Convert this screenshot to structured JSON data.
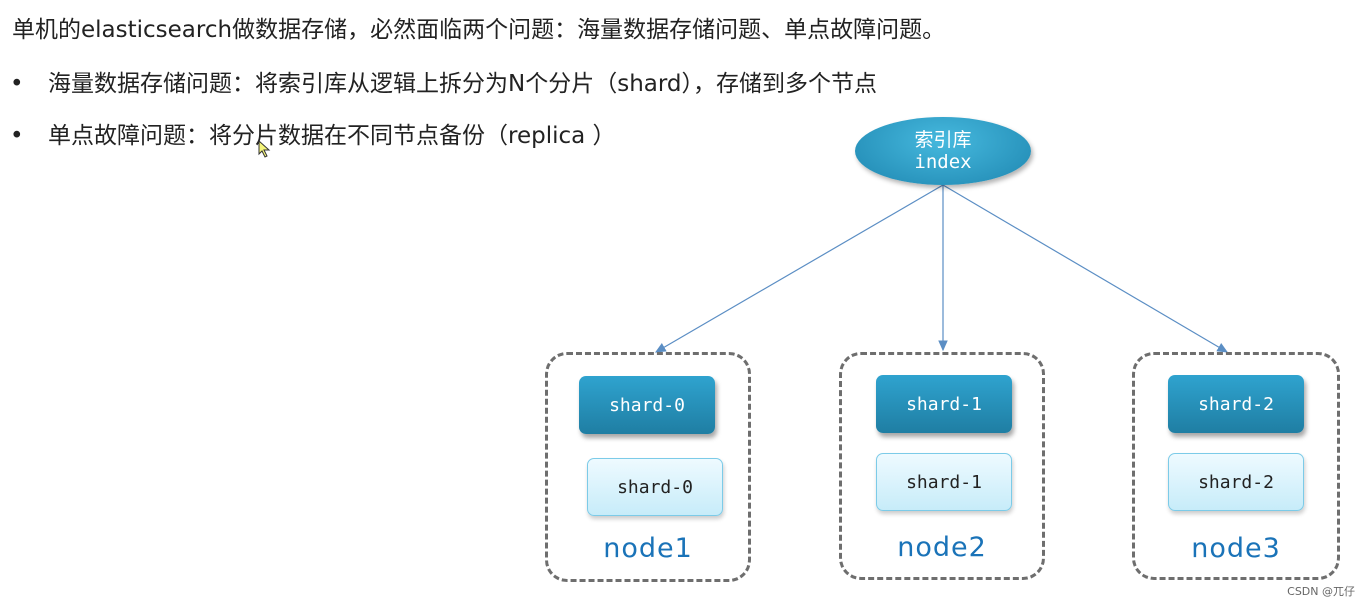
{
  "heading": "单机的elasticsearch做数据存储，必然面临两个问题：海量数据存储问题、单点故障问题。",
  "bullets": [
    {
      "marker": "•",
      "text": "海量数据存储问题：将索引库从逻辑上拆分为N个分片（shard），存储到多个节点"
    },
    {
      "marker": "•",
      "text": "单点故障问题：将分片数据在不同节点备份（replica ）"
    }
  ],
  "diagram": {
    "index": {
      "line1": "索引库",
      "line2": "index"
    },
    "nodes": [
      {
        "label": "node1",
        "primary": "shard-0",
        "replica": "shard-0"
      },
      {
        "label": "node2",
        "primary": "shard-1",
        "replica": "shard-1"
      },
      {
        "label": "node3",
        "primary": "shard-2",
        "replica": "shard-2"
      }
    ]
  },
  "colors": {
    "primary_shard": "#2390bb",
    "replica_shard": "#d8f2fb",
    "node_label": "#1a73b8",
    "arrow": "#5b8ec4"
  },
  "watermark": "CSDN @兀仔"
}
